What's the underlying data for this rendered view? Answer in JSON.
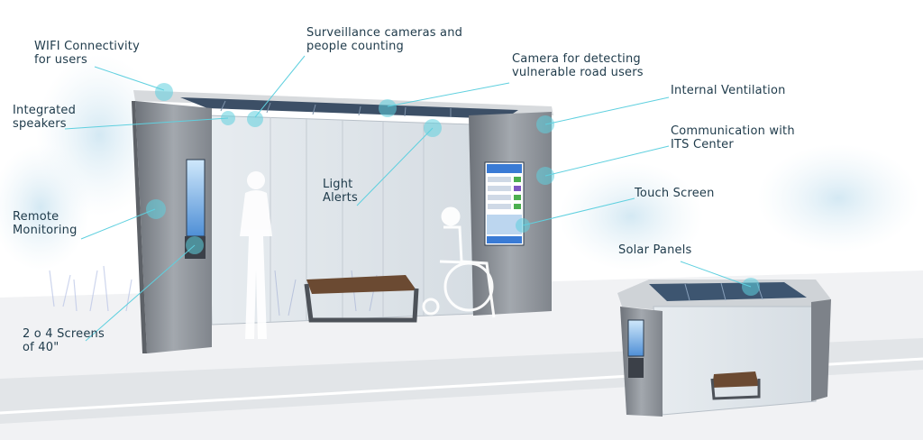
{
  "labels": {
    "wifi": "WIFI Connectivity\nfor users",
    "surveillance": "Surveillance cameras and\npeople counting",
    "camera_vru": "Camera for detecting\nvulnerable road users",
    "ventilation": "Internal Ventilation",
    "speakers": "Integrated\nspeakers",
    "its_center": "Communication with\nITS Center",
    "light_alerts": "Light\nAlerts",
    "touch_screen": "Touch Screen",
    "remote_monitoring": "Remote\nMonitoring",
    "solar_panels": "Solar Panels",
    "screens": "2 o 4 Screens\nof  40\""
  },
  "colors": {
    "callout": "#5fd0df",
    "label_text": "#1e3a4a",
    "frame": "#8a8f96",
    "glass": "#dfe6ec",
    "ground": "#eceef0",
    "road": "#e3e5e8",
    "bench_wood": "#6b4a32"
  }
}
